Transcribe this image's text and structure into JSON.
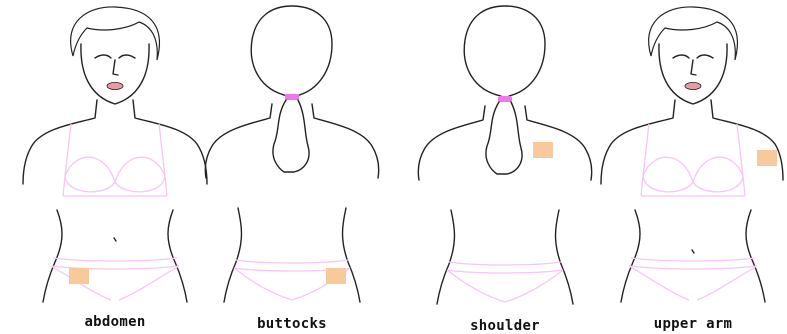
{
  "colors": {
    "outline": "#222222",
    "garment": "#f4c8f2",
    "hair_tie": "#ee77ee",
    "lips": "#e89aa5",
    "patch": "#f8c99a"
  },
  "figures": [
    {
      "id": "abdomen",
      "label": "abdomen",
      "view": "front",
      "patch_site": "abdomen"
    },
    {
      "id": "buttocks",
      "label": "buttocks",
      "view": "back",
      "patch_site": "buttocks"
    },
    {
      "id": "shoulder",
      "label": "shoulder",
      "view": "back",
      "patch_site": "shoulder"
    },
    {
      "id": "upper-arm",
      "label": "upper arm",
      "view": "front",
      "patch_site": "upper-arm"
    }
  ]
}
